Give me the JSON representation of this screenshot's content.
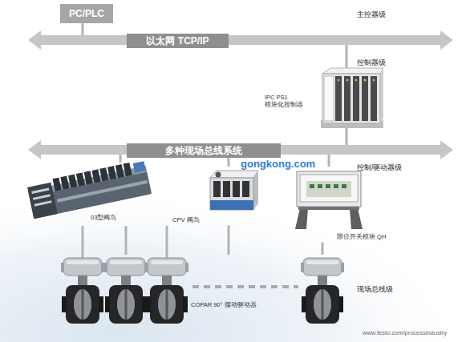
{
  "diagram": {
    "nodes": [
      {
        "text": [
          "PC/PLC"
        ]
      },
      {
        "text": [
          "以太网 TCP/IP"
        ]
      },
      {
        "text": [
          "IPC PS1 模块化控制器"
        ]
      },
      {
        "text": [
          "多种现场总线系统"
        ]
      },
      {
        "text": [
          "03型阀岛"
        ]
      },
      {
        "text": [
          "CPV 阀岛"
        ]
      },
      {
        "text": [
          "限位开关模块 QH"
        ]
      },
      {
        "text": [
          "COPAR 90° 摆动驱动器"
        ]
      }
    ],
    "edges": [
      {
        "from": 0,
        "to": 1,
        "arrow": "none"
      },
      {
        "from": 1,
        "to": 2,
        "arrow": "none"
      },
      {
        "from": 2,
        "to": 3,
        "arrow": "none"
      },
      {
        "from": 3,
        "to": 4,
        "arrow": "none"
      },
      {
        "from": 3,
        "to": 5,
        "arrow": "none"
      },
      {
        "from": 3,
        "to": 6,
        "arrow": "none"
      },
      {
        "from": 4,
        "to": 7,
        "arrow": "none"
      },
      {
        "from": 5,
        "to": 7,
        "arrow": "none"
      },
      {
        "from": 6,
        "to": 7,
        "arrow": "none"
      }
    ],
    "labels": [
      "主控器级",
      "控制器级",
      "控制/驱动器级",
      "现场总线级",
      "gongkong.com",
      "www.festo.com/processindustry"
    ]
  }
}
